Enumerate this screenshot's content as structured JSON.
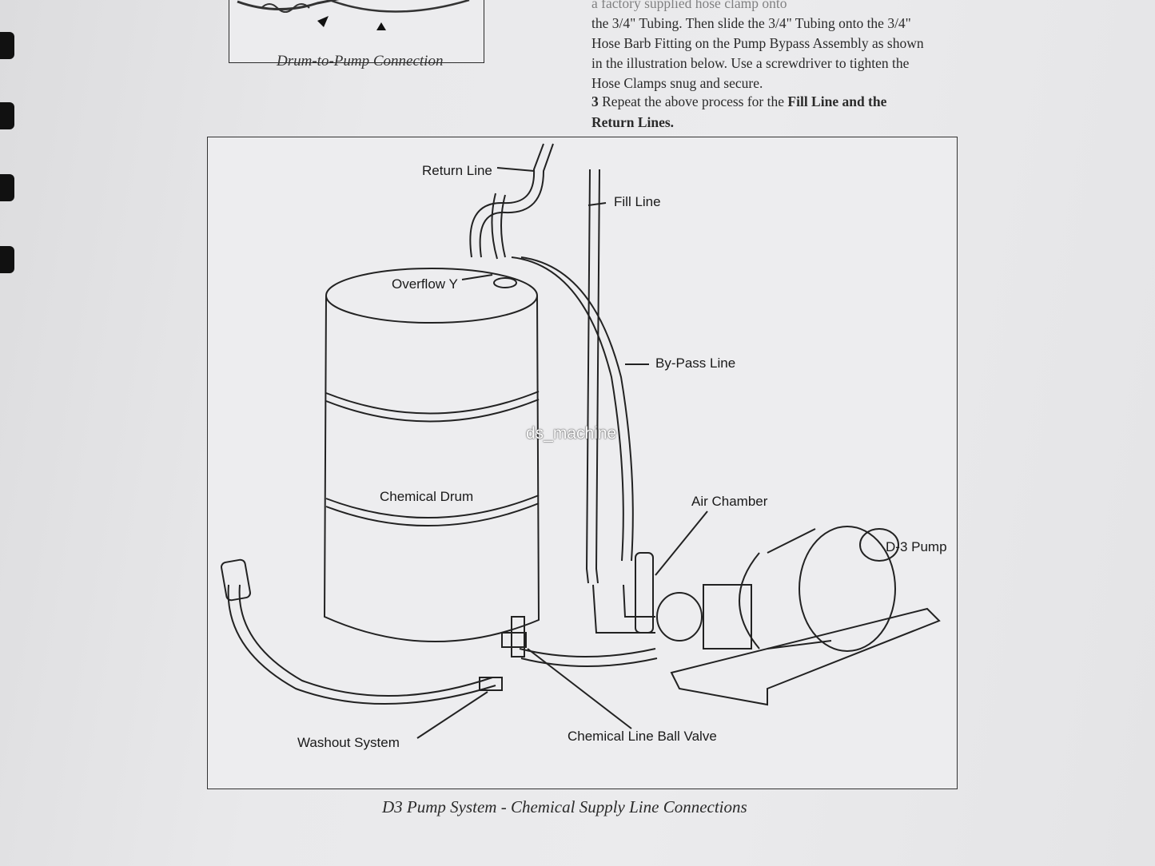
{
  "top_text": {
    "line1": "a factory supplied hose clamp onto",
    "line2": "the 3/4\" Tubing.  Then slide the 3/4\" Tubing onto the 3/4\"",
    "line3": "Hose Barb Fitting on the Pump Bypass Assembly as shown",
    "line4": "in the illustration below. Use a screwdriver to tighten the",
    "line5": "Hose Clamps snug and secure."
  },
  "step3": {
    "number": "3",
    "text": "Repeat the above process for the",
    "bold1": "Fill Line and the",
    "bold2": "Return Lines."
  },
  "top_figure_caption": "Drum-to-Pump Connection",
  "diagram": {
    "labels": {
      "return_line": "Return Line",
      "fill_line": "Fill Line",
      "overflow_y": "Overflow Y",
      "bypass_line": "By-Pass Line",
      "chemical_drum": "Chemical Drum",
      "air_chamber": "Air Chamber",
      "d3_pump": "D-3 Pump",
      "washout_system": "Washout System",
      "chemical_line_ball_valve": "Chemical Line Ball Valve"
    },
    "watermark": "ds_machine"
  },
  "caption": "D3 Pump System - Chemical Supply Line Connections"
}
